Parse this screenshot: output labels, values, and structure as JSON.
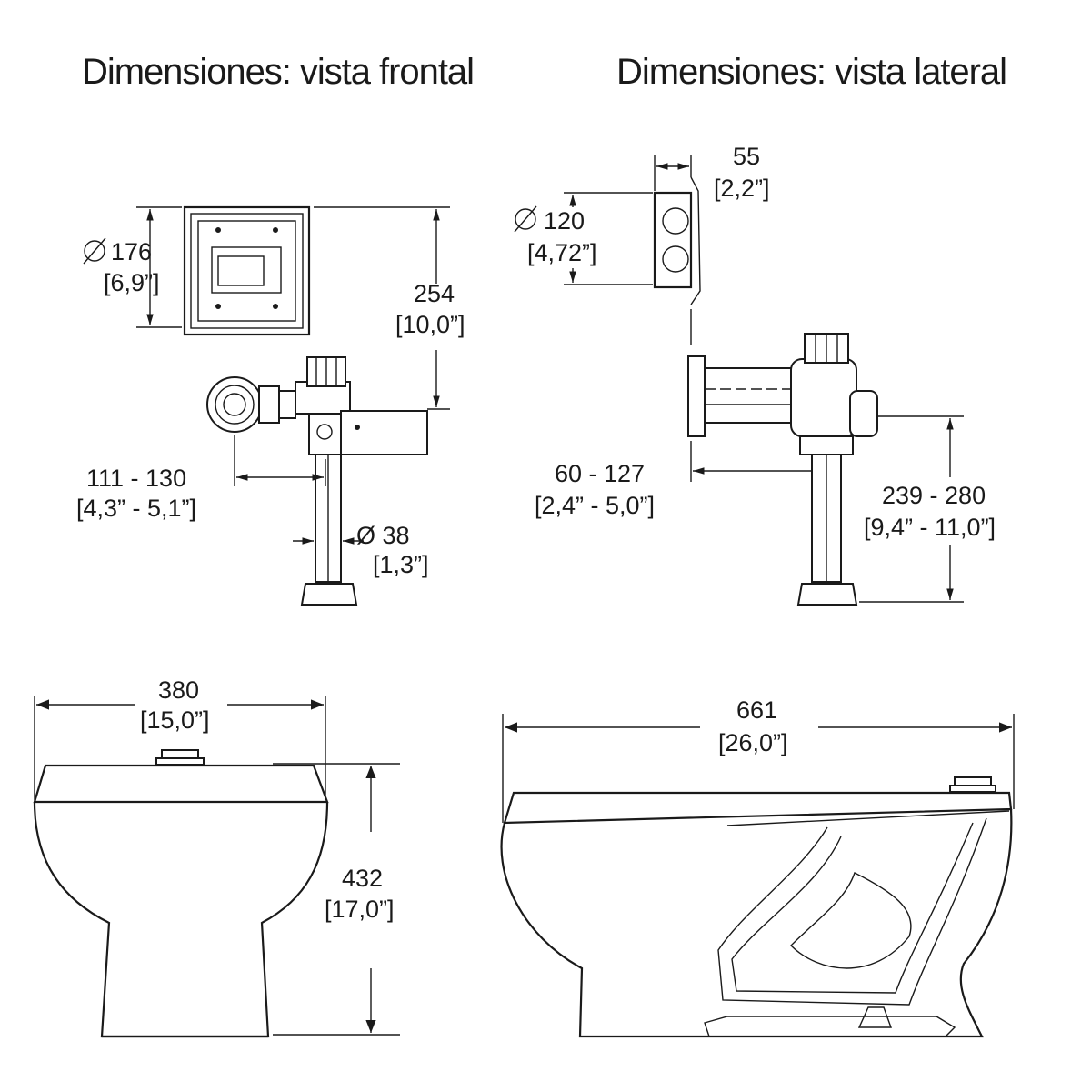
{
  "titles": {
    "front": "Dimensiones: vista frontal",
    "side": "Dimensiones: vista lateral"
  },
  "front_valve": {
    "panel_size": {
      "symbol": "⌀",
      "mm": "176",
      "in": "[6,9”]"
    },
    "height": {
      "mm": "254",
      "in": "[10,0”]"
    },
    "offset": {
      "mm": "111 - 130",
      "in": "[4,3” - 5,1”]"
    },
    "pipe_diameter": {
      "mm": "Ø 38",
      "in": "[1,3”]"
    }
  },
  "side_valve": {
    "depth": {
      "mm": "55",
      "in": "[2,2”]"
    },
    "plate_size": {
      "symbol": "⌀",
      "mm": "120",
      "in": "[4,72”]"
    },
    "offset": {
      "mm": "60 - 127",
      "in": "[2,4” - 5,0”]"
    },
    "height": {
      "mm": "239 - 280",
      "in": "[9,4” - 11,0”]"
    }
  },
  "front_toilet": {
    "width": {
      "mm": "380",
      "in": "[15,0”]"
    },
    "height": {
      "mm": "432",
      "in": "[17,0”]"
    }
  },
  "side_toilet": {
    "length": {
      "mm": "661",
      "in": "[26,0”]"
    }
  }
}
